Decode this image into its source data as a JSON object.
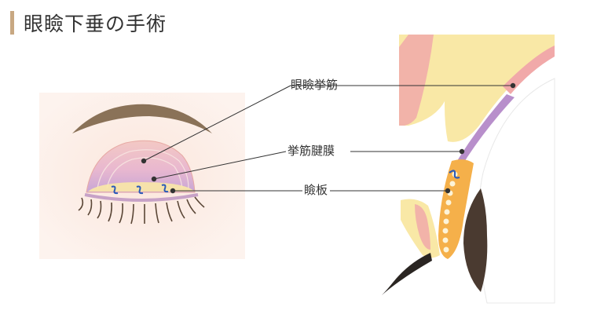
{
  "title": "眼瞼下垂の手術",
  "labels": {
    "levator_muscle": "眼瞼挙筋",
    "levator_aponeurosis": "挙筋腱膜",
    "tarsal_plate": "瞼板"
  },
  "colors": {
    "accent_bar": "#c8a882",
    "skin": "#f6dcd0",
    "fat_yellow": "#f9e8a6",
    "muscle_purple": "#b88fcb",
    "tarsus_orange": "#f5b04a",
    "suture_blue": "#2a5ab8",
    "brow_brown": "#8a7258"
  }
}
